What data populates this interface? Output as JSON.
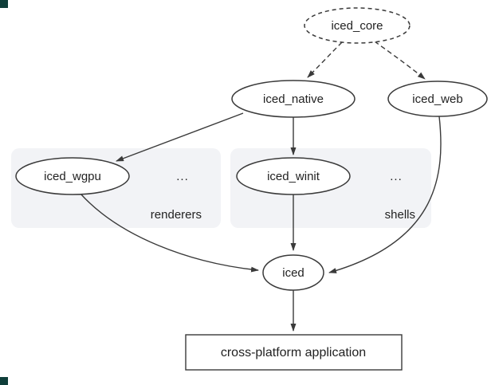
{
  "diagram": {
    "nodes": {
      "iced_core": {
        "label": "iced_core"
      },
      "iced_native": {
        "label": "iced_native"
      },
      "iced_web": {
        "label": "iced_web"
      },
      "iced_wgpu": {
        "label": "iced_wgpu"
      },
      "iced_winit": {
        "label": "iced_winit"
      },
      "iced": {
        "label": "iced"
      },
      "app": {
        "label": "cross-platform application"
      }
    },
    "groups": {
      "renderers": {
        "label": "renderers",
        "ellipsis": "..."
      },
      "shells": {
        "label": "shells",
        "ellipsis": "..."
      }
    },
    "edges": [
      {
        "from": "iced_core",
        "to": "iced_native",
        "style": "dashed"
      },
      {
        "from": "iced_core",
        "to": "iced_web",
        "style": "dashed"
      },
      {
        "from": "iced_native",
        "to": "iced_wgpu",
        "style": "solid"
      },
      {
        "from": "iced_native",
        "to": "iced_winit",
        "style": "solid"
      },
      {
        "from": "iced_wgpu",
        "to": "iced",
        "style": "solid"
      },
      {
        "from": "iced_winit",
        "to": "iced",
        "style": "solid"
      },
      {
        "from": "iced_web",
        "to": "iced",
        "style": "solid"
      },
      {
        "from": "iced",
        "to": "app",
        "style": "solid"
      }
    ],
    "colors": {
      "stroke": "#3a3a3a",
      "text": "#222222",
      "group_bg": "#f2f3f6",
      "group_label": "#1a73e8",
      "node_fill": "#ffffff",
      "corner_mark": "#0f3e3a"
    }
  }
}
